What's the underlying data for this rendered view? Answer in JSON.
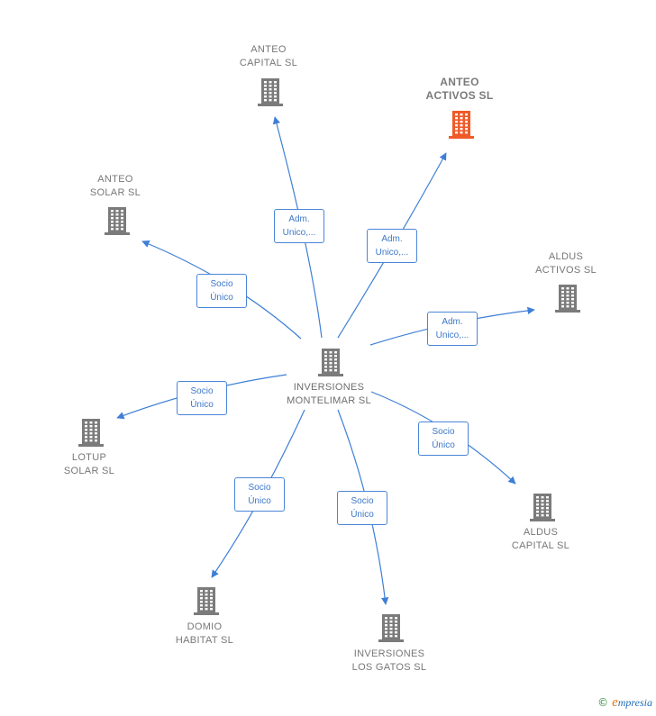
{
  "colors": {
    "edge": "#3d7fd6",
    "node": "#7b7b7b",
    "highlight": "#f05a28"
  },
  "center": {
    "name": "INVERSIONES\nMONTELIMAR SL"
  },
  "nodes": [
    {
      "id": "anteo-capital",
      "name": "ANTEO\nCAPITAL  SL",
      "icon": "building-icon",
      "highlight": false,
      "edge_label": "Adm.\nUnico,..."
    },
    {
      "id": "anteo-activos",
      "name": "ANTEO\nACTIVOS  SL",
      "icon": "building-icon",
      "highlight": true,
      "edge_label": "Adm.\nUnico,..."
    },
    {
      "id": "anteo-solar",
      "name": "ANTEO\nSOLAR  SL",
      "icon": "building-icon",
      "highlight": false,
      "edge_label": "Socio\nÚnico"
    },
    {
      "id": "aldus-activos",
      "name": "ALDUS\nACTIVOS  SL",
      "icon": "building-icon",
      "highlight": false,
      "edge_label": "Adm.\nUnico,..."
    },
    {
      "id": "lotup-solar",
      "name": "LOTUP\nSOLAR  SL",
      "icon": "building-icon",
      "highlight": false,
      "edge_label": "Socio\nÚnico"
    },
    {
      "id": "aldus-capital",
      "name": "ALDUS\nCAPITAL SL",
      "icon": "building-icon",
      "highlight": false,
      "edge_label": "Socio\nÚnico"
    },
    {
      "id": "domio-habitat",
      "name": "DOMIO\nHABITAT  SL",
      "icon": "building-icon",
      "highlight": false,
      "edge_label": "Socio\nÚnico"
    },
    {
      "id": "inversiones-los-gatos",
      "name": "INVERSIONES\nLOS GATOS SL",
      "icon": "building-icon",
      "highlight": false,
      "edge_label": "Socio\nÚnico"
    }
  ],
  "footer": {
    "copyright_symbol": "©",
    "brand_initial": "e",
    "brand_rest": "mpresia"
  }
}
